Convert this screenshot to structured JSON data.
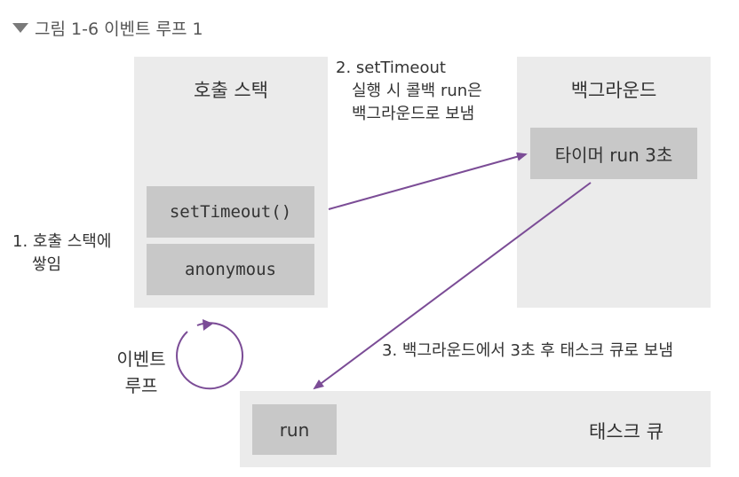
{
  "caption": {
    "text": "그림 1-6 이벤트 루프 1",
    "icon": "chevron-down-icon"
  },
  "call_stack": {
    "title": "호출 스택",
    "frames": [
      "setTimeout()",
      "anonymous"
    ]
  },
  "background": {
    "title": "백그라운드",
    "timer": "타이머 run 3초"
  },
  "task_queue": {
    "title": "태스크 큐",
    "item": "run"
  },
  "annotations": {
    "step1_line1": "1. 호출 스택에",
    "step1_line2": "쌓임",
    "step2_line1": "2. setTimeout",
    "step2_line2": "실행 시 콜백 run은",
    "step2_line3": "백그라운드로 보냄",
    "step3": "3. 백그라운드에서 3초 후 태스크 큐로 보냄",
    "event_loop_line1": "이벤트",
    "event_loop_line2": "루프"
  },
  "colors": {
    "arrow": "#7b4c96",
    "panel": "#ebebeb",
    "box": "#c8c8c8"
  }
}
